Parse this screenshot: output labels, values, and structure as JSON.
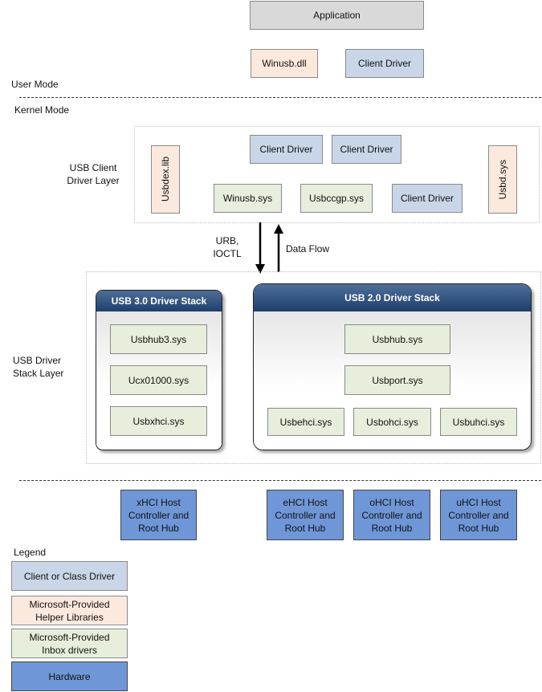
{
  "user_mode": {
    "label": "User Mode",
    "application": "Application",
    "winusb_dll": "Winusb.dll",
    "client_driver": "Client Driver"
  },
  "kernel_mode": {
    "label": "Kernel Mode"
  },
  "client_layer": {
    "label": "USB Client\nDriver Layer",
    "usbdex_lib": "Usbdex.lib",
    "usbd_sys": "Usbd.sys",
    "client_driver_1": "Client Driver",
    "client_driver_2": "Client Driver",
    "client_driver_3": "Client Driver",
    "winusb_sys": "Winusb.sys",
    "usbccgp_sys": "Usbccgp.sys"
  },
  "arrows": {
    "down_label": "URB,\nIOCTL",
    "up_label": "Data Flow"
  },
  "driver_stack_layer": {
    "label": "USB Driver\nStack Layer",
    "usb3": {
      "title": "USB 3.0 Driver Stack",
      "items": [
        "Usbhub3.sys",
        "Ucx01000.sys",
        "Usbxhci.sys"
      ]
    },
    "usb2": {
      "title": "USB 2.0 Driver Stack",
      "usbhub": "Usbhub.sys",
      "usbport": "Usbport.sys",
      "miniports": [
        "Usbehci.sys",
        "Usbohci.sys",
        "Usbuhci.sys"
      ]
    }
  },
  "hardware": {
    "xhci": "xHCI Host\nController and\nRoot Hub",
    "ehci": "eHCI Host\nController and\nRoot Hub",
    "ohci": "oHCI Host\nController and\nRoot Hub",
    "uhci": "uHCI Host\nController and\nRoot Hub"
  },
  "legend": {
    "title": "Legend",
    "client": "Client or Class Driver",
    "helper": "Microsoft-Provided\nHelper Libraries",
    "inbox": "Microsoft-Provided\nInbox drivers",
    "hardware": "Hardware"
  },
  "colors": {
    "application": "#d9d9d9",
    "helper": "#fce9dd",
    "client": "#c9d6e8",
    "inbox": "#e7eedc",
    "hardware": "#6f97d8",
    "stack_header": "#1f3f6c"
  }
}
